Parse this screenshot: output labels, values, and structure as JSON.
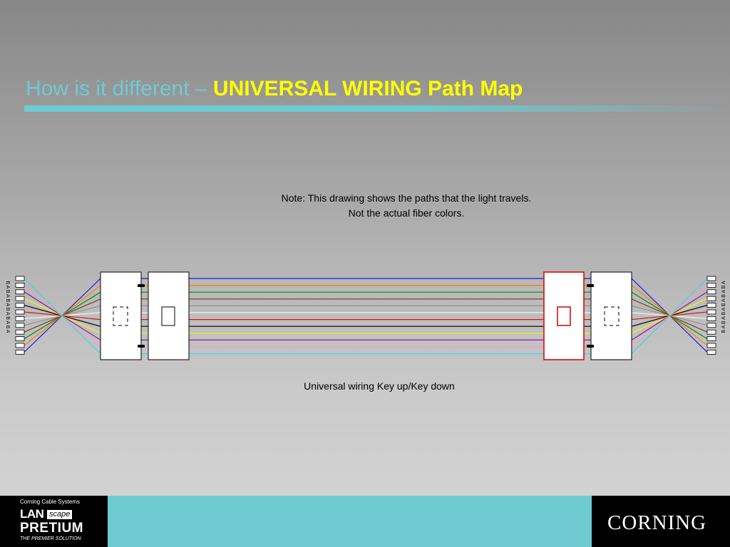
{
  "title": {
    "main": "How is it different – ",
    "emphasis": "UNIVERSAL WIRING Path Map"
  },
  "note": {
    "line1": "Note:  This drawing shows the paths that the light travels.",
    "line2": "Not the actual fiber colors."
  },
  "caption": "Universal wiring Key up/Key down",
  "connector_labels": {
    "left": "B A  B A  B A  B A  B A  B A",
    "right": "B A  B A  B A  B A  B A  B A"
  },
  "fiber_colors": [
    "#1a1adc",
    "#ff8000",
    "#008a00",
    "#7a3a1a",
    "#909090",
    "#f4f4f4",
    "#e01010",
    "#000000",
    "#f5f500",
    "#8a1aa0",
    "#f6a0c8",
    "#40d6e8"
  ],
  "left_crossing": [
    11,
    10,
    9,
    8,
    7,
    6,
    5,
    4,
    3,
    2,
    1,
    0
  ],
  "right_crossing": [
    11,
    10,
    9,
    8,
    7,
    6,
    5,
    4,
    3,
    2,
    1,
    0
  ],
  "footer": {
    "left_brand": {
      "small": "Corning Cable Systems",
      "lan": "LAN",
      "scape": "scape",
      "product": "PRETIUM",
      "tagline": "THE PREMIER SOLUTION"
    },
    "right_brand": "CORNING",
    "accent": "#6ecbd2"
  }
}
